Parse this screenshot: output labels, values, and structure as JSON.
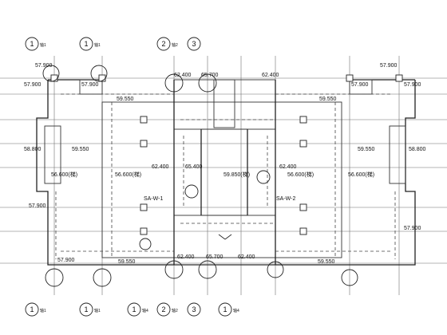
{
  "axis_bubbles": {
    "top": [
      {
        "num": "1",
        "sub": "轴1"
      },
      {
        "num": "1",
        "sub": "轴1"
      },
      {
        "num": "2",
        "sub": "轴2"
      },
      {
        "num": "3",
        "sub": ""
      }
    ],
    "bottom": [
      {
        "num": "1",
        "sub": "轴1"
      },
      {
        "num": "1",
        "sub": "轴1"
      },
      {
        "num": "1",
        "sub": "轴4"
      },
      {
        "num": "2",
        "sub": "轴2"
      },
      {
        "num": "3",
        "sub": ""
      },
      {
        "num": "1",
        "sub": "轴4"
      }
    ]
  },
  "elevations": {
    "e57900_tl": "57.900",
    "e57900_tr": "57.900",
    "e57900_l": "57.900",
    "e57900_l2": "57.900",
    "e57900_r": "57.900",
    "e57900_r2": "57.900",
    "e57900_ml": "57.900",
    "e57900_mr": "57.900",
    "e57900_bl": "57.900",
    "e62400_t1": "62.400",
    "e65700_t": "65.700",
    "e62400_t2": "62.400",
    "e59550_tl": "59.550",
    "e59550_tr": "59.550",
    "e58800_l": "58.800",
    "e58800_r": "58.800",
    "e59550_ml": "59.550",
    "e59550_mr": "59.550",
    "e56600_l1": "56.600(梯)",
    "e56600_l2": "56.600(梯)",
    "e56600_r1": "56.600(梯)",
    "e56600_r2": "56.600(梯)",
    "e62400_ml": "62.400",
    "e65400_m": "65.400",
    "e59850_m": "59.850(梯)",
    "e62400_mr": "62.400",
    "e59550_bl": "59.550",
    "e62400_b1": "62.400",
    "e65700_b": "65.700",
    "e62400_b2": "62.400",
    "e59550_br": "59.550"
  },
  "tags": {
    "sa_w_1": "SA-W-1",
    "sa_w_2": "SA-W-2"
  }
}
